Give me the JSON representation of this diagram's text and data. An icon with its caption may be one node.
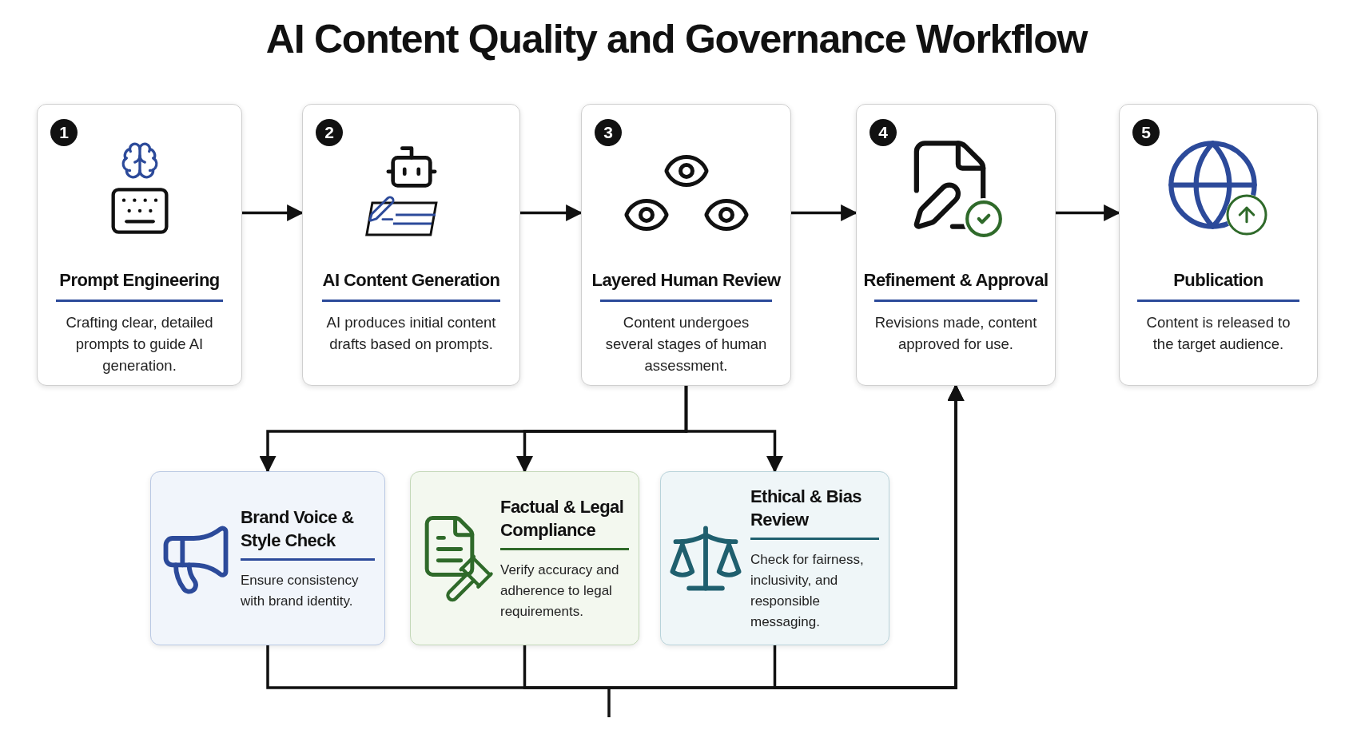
{
  "diagram": {
    "title": "AI Content Quality and Governance Workflow",
    "nodes": [
      {
        "text": [
          "Prompt Engineering",
          "Crafting clear, detailed prompts to guide AI generation."
        ]
      },
      {
        "text": [
          "AI Content Generation",
          "AI produces initial content drafts based on prompts."
        ]
      },
      {
        "text": [
          "Layered Human Review",
          "Content undergoes several stages of human assessment."
        ]
      },
      {
        "text": [
          "Refinement & Approval",
          "Revisions made, content approved for use."
        ]
      },
      {
        "text": [
          "Publication",
          "Content is released to the target audience."
        ]
      },
      {
        "text": [
          "Brand Voice & Style Check",
          "Ensure consistency with brand identity."
        ]
      },
      {
        "text": [
          "Factual & Legal Compliance",
          "Verify accuracy and adherence to legal requirements."
        ]
      },
      {
        "text": [
          "Ethical & Bias Review",
          "Check for fairness, inclusivity, and responsible messaging."
        ]
      }
    ],
    "edges": [
      {
        "from": 0,
        "to": 1,
        "arrow": "to"
      },
      {
        "from": 1,
        "to": 2,
        "arrow": "to"
      },
      {
        "from": 2,
        "to": 3,
        "arrow": "to"
      },
      {
        "from": 3,
        "to": 4,
        "arrow": "to"
      },
      {
        "from": 2,
        "to": 5,
        "arrow": "to"
      },
      {
        "from": 2,
        "to": 6,
        "arrow": "to"
      },
      {
        "from": 2,
        "to": 7,
        "arrow": "to"
      },
      {
        "from": 5,
        "to": 3,
        "arrow": "to"
      },
      {
        "from": 6,
        "to": 3,
        "arrow": "to"
      },
      {
        "from": 7,
        "to": 3,
        "arrow": "to"
      }
    ],
    "labels": [
      "1",
      "2",
      "3",
      "4",
      "5"
    ]
  }
}
